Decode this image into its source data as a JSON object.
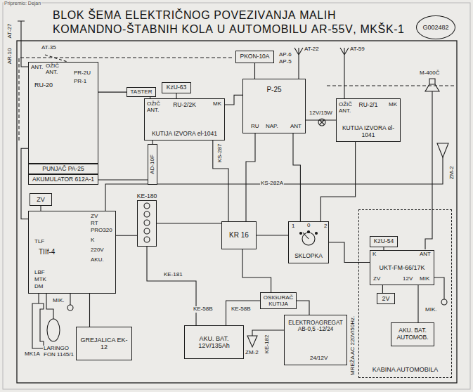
{
  "diagram": {
    "title": "BLOK ŠEMA ELEKTRIČNOG POVEZIVANJA MALIH KOMANDNO-ŠTABNIH KOLA U AUTOMOBILU AR-55V, MKŠK-1",
    "nodes": [
      {
        "text": [
          "G002482"
        ]
      },
      {
        "text": [
          "RU-20"
        ]
      },
      {
        "text": [
          "PUNJAČ PA-25"
        ]
      },
      {
        "text": [
          "AKUMULATOR 612A-1"
        ]
      },
      {
        "text": [
          "TASTER"
        ]
      },
      {
        "text": [
          "KzU-63"
        ]
      },
      {
        "text": [
          "RU-2/2K",
          "KUTIJA IZVORA el-1041"
        ]
      },
      {
        "text": [
          "PKON-10A"
        ]
      },
      {
        "text": [
          "P-25"
        ]
      },
      {
        "text": [
          "RU-2/1",
          "KUTIJA IZVORA el-1041"
        ]
      },
      {
        "text": [
          "AD-10F"
        ]
      },
      {
        "text": [
          "ZV"
        ]
      },
      {
        "text": [
          "TIIf-4"
        ]
      },
      {
        "text": [
          "KE-180"
        ]
      },
      {
        "text": [
          "KR 16"
        ]
      },
      {
        "text": [
          "SKLOPKA"
        ]
      },
      {
        "text": [
          "KABINA AUTOMOBILA"
        ]
      },
      {
        "text": [
          "KzU-54"
        ],
        "in": 16
      },
      {
        "text": [
          "UKT-FM-66/17K"
        ],
        "in": 16
      },
      {
        "text": [
          "2V"
        ],
        "in": 16
      },
      {
        "text": [
          "AKU. BAT. AUTOMOB."
        ],
        "in": 16
      },
      {
        "text": [
          "GREJALICA EK-12"
        ]
      },
      {
        "text": [
          "AKU. BAT. 12V/135Ah"
        ]
      },
      {
        "text": [
          "OSIGURAČ KUTIJA"
        ]
      },
      {
        "text": [
          "ELEKTROAGREGAT AB-0,5 -12/24"
        ]
      }
    ],
    "edges": [
      {
        "from": 4,
        "to": 1,
        "arrow": "none"
      },
      {
        "from": 4,
        "to": 6,
        "arrow": "none"
      },
      {
        "from": 5,
        "to": 6,
        "arrow": "none"
      },
      {
        "from": 7,
        "to": 8,
        "arrow": "none"
      },
      {
        "from": 6,
        "to": 10,
        "arrow": "none"
      },
      {
        "from": 1,
        "to": 12,
        "arrow": "none"
      },
      {
        "from": 11,
        "to": 12,
        "arrow": "none"
      },
      {
        "from": 12,
        "to": 13,
        "arrow": "none"
      },
      {
        "from": 13,
        "to": 14,
        "arrow": "none"
      },
      {
        "from": 14,
        "to": 15,
        "arrow": "none"
      },
      {
        "from": 8,
        "to": 14,
        "arrow": "none"
      },
      {
        "from": 6,
        "to": 14,
        "arrow": "none"
      },
      {
        "from": 9,
        "to": 15,
        "arrow": "none"
      },
      {
        "from": 15,
        "to": 18,
        "arrow": "none"
      },
      {
        "from": 17,
        "to": 18,
        "arrow": "none"
      },
      {
        "from": 18,
        "to": 19,
        "arrow": "none"
      },
      {
        "from": 18,
        "to": 20,
        "arrow": "none"
      },
      {
        "from": 14,
        "to": 23,
        "arrow": "none"
      },
      {
        "from": 23,
        "to": 22,
        "arrow": "none"
      },
      {
        "from": 23,
        "to": 24,
        "arrow": "none"
      },
      {
        "from": 12,
        "to": 21,
        "arrow": "none"
      },
      {
        "from": 13,
        "to": 22,
        "arrow": "none"
      },
      {
        "from": 9,
        "to": 8,
        "arrow": "none"
      },
      {
        "from": 8,
        "to": 6,
        "arrow": "none"
      },
      {
        "from": 8,
        "to": 15,
        "arrow": "none"
      }
    ],
    "labels": [
      "Pripremio: Dejan",
      "AT-27",
      "AR-10",
      "AT-35",
      "ANT.",
      "OŽIČ ANT.",
      "PR-2U",
      "PR-1",
      "AP-6",
      "AP-5",
      "AT-22",
      "AT-59",
      "M-400Č",
      "OŽIČ ANT.",
      "MK",
      "RU",
      "NAP.",
      "ANT",
      "OŽIČ ANT.",
      "MK",
      "12V/15W",
      "KS-287",
      "ZM-2",
      "KS-282A",
      "ZV",
      "RT",
      "PRO320",
      "K",
      "220V",
      "AKU.",
      "TLF",
      "LBF",
      "MTK",
      "DM",
      "1",
      "0",
      "2",
      "K",
      "ANT",
      "ZV",
      "12V",
      "MIK",
      "KE-181",
      "MIK.",
      "MIK.",
      "KE-58B",
      "KE-58B",
      "KE-182",
      "24/12V",
      "MREŽA AC 220V/50Hz.",
      "ZM-2",
      "MK1A",
      "LARINGO FON 1145/1"
    ]
  }
}
